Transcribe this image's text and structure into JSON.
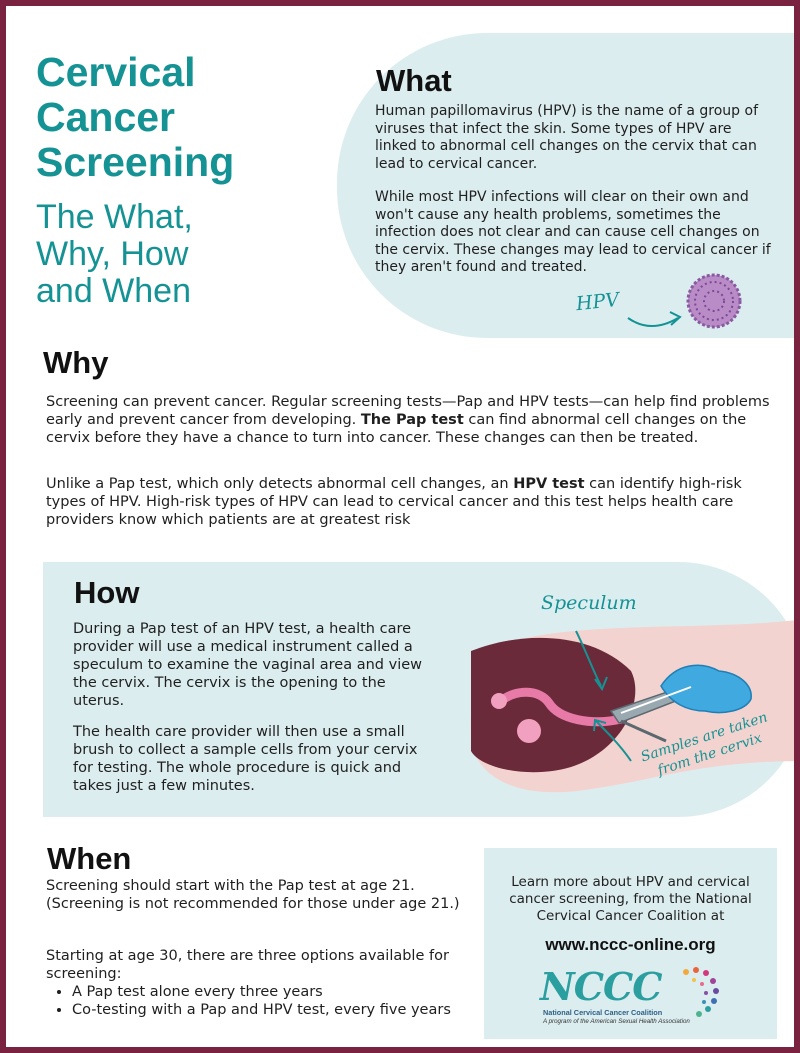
{
  "title": {
    "main": [
      "Cervical",
      "Cancer",
      "Screening"
    ],
    "subtitle": [
      "The What,",
      "Why, How",
      "and When"
    ]
  },
  "what": {
    "heading": "What",
    "p1": "Human papillomavirus (HPV) is the name of a group of viruses that infect the skin. Some types of HPV are linked to abnormal cell changes on the cervix that can lead to cervical cancer.",
    "p2": "While most HPV infections will clear on their own and won't cause any health problems, sometimes the infection does not clear and can cause cell changes on the cervix. These changes may lead to cervical cancer if they aren't found and treated.",
    "hpv_label": "HPV"
  },
  "why": {
    "heading": "Why",
    "p1_a": "Screening can prevent cancer. Regular screening tests—Pap and HPV tests—can help find problems early and prevent cancer from developing. ",
    "p1_bold": "The Pap test",
    "p1_b": " can find abnormal cell changes on the cervix before they have a chance to turn into cancer. These changes can then be treated.",
    "p2_a": "Unlike a Pap test, which only detects abnormal cell changes, an ",
    "p2_bold": "HPV test",
    "p2_b": " can identify high-risk types of HPV. High-risk types of HPV can lead to cervical cancer and this test helps health care providers know which patients are at greatest risk"
  },
  "how": {
    "heading": "How",
    "p1": "During a Pap test of an HPV test, a health care provider will use a medical instrument called a speculum to examine the vaginal area and view the cervix. The cervix is the opening to the uterus.",
    "p2": "The health care provider will then use a small brush to collect a sample cells from your cervix for testing. The whole procedure is quick and takes just a few minutes.",
    "speculum_label": "Speculum",
    "samples_label": "Samples are taken from the cervix"
  },
  "when": {
    "heading": "When",
    "p1": "Screening should start with the Pap test at age 21. (Screening is not recommended for those under age 21.)",
    "p2": "Starting at age 30, there are three options available for screening:",
    "options": [
      "A Pap test alone every three years",
      "Co-testing with a Pap and HPV test, every five years"
    ]
  },
  "learn_more": {
    "text": "Learn more about HPV and cervical cancer screening, from the National Cervical Cancer Coalition at",
    "url": "www.nccc-online.org",
    "logo_letters": "NCCC",
    "logo_name": "National Cervical Cancer Coalition",
    "logo_tagline": "A program of the American Sexual Health Association"
  },
  "colors": {
    "teal": "#149294",
    "panel": "#dcedf0",
    "border": "#7a2340",
    "virus": "#a678b8"
  }
}
